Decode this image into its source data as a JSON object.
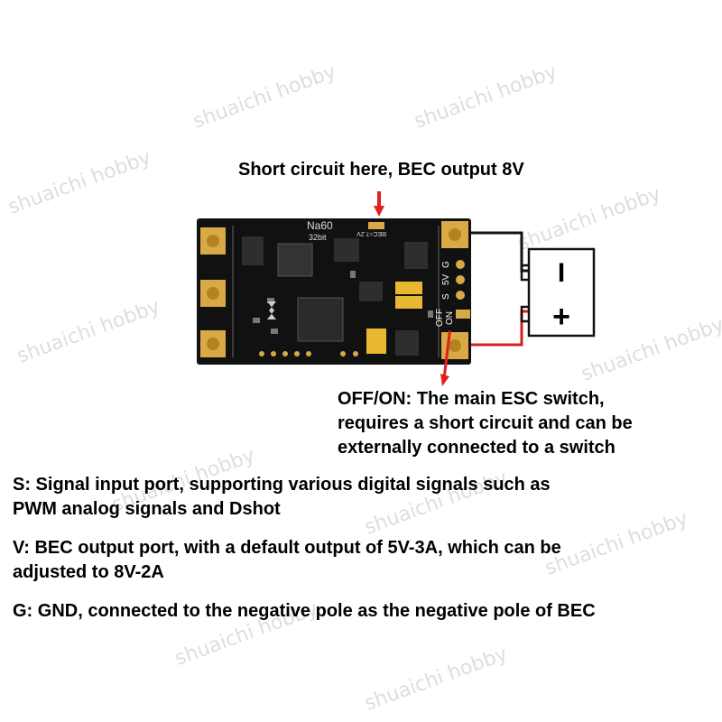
{
  "watermark": "shuaichi hobby",
  "board": {
    "model": "Na60",
    "bits": "32bit",
    "bec_jumper": "BEC=7.2V",
    "pins": [
      "G",
      "5V",
      "S"
    ],
    "switch_labels": [
      "OFF",
      "ON"
    ]
  },
  "battery_symbols": {
    "negative": "I",
    "positive": "+"
  },
  "annotations": {
    "bec_jumper": "Short circuit here, BEC output 8V",
    "switch": [
      "OFF/ON: The main ESC switch,",
      "requires a short circuit and can be",
      "externally connected to a switch"
    ]
  },
  "descriptions": [
    [
      "S: Signal input port, supporting various digital signals such as",
      "PWM analog signals and Dshot"
    ],
    [
      "V: BEC output port, with a default output of 5V-3A, which can be",
      "adjusted to 8V-2A"
    ],
    [
      "G: GND, connected to the negative pole as the negative pole of BEC"
    ]
  ],
  "colors": {
    "pcb": "#111111",
    "gold": "#d9a945",
    "wire_black": "#111111",
    "wire_red": "#d42020",
    "arrow": "#e02020"
  }
}
